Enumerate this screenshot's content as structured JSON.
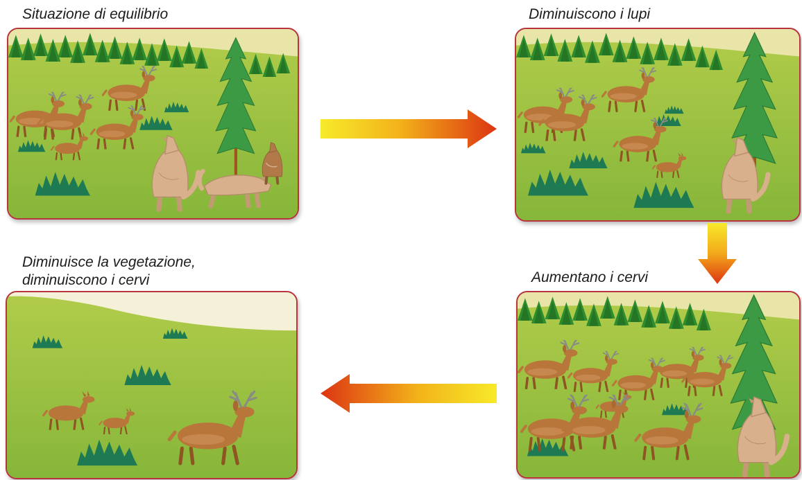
{
  "panels": [
    {
      "id": "equilibrium",
      "caption": "Situazione di equilibrio"
    },
    {
      "id": "fewer-wolves",
      "caption": "Diminuiscono i lupi"
    },
    {
      "id": "more-deer",
      "caption": "Aumentano i cervi"
    },
    {
      "id": "less-vegetation",
      "caption_line1": "Diminuisce la vegetazione,",
      "caption_line2": "diminuiscono i cervi"
    }
  ],
  "colors": {
    "frame": "#b8343f",
    "meadow": "#8fbe3c",
    "forest": "#2f8a2f",
    "shrub": "#1e7a50",
    "deer": "#b9763a",
    "wolf": "#d8b08c",
    "arrow_start": "#f6e51e",
    "arrow_end": "#dd3411"
  },
  "icons": [
    "deer-icon",
    "wolf-icon",
    "pine-tree-icon",
    "shrub-icon",
    "flow-arrow-icon"
  ]
}
